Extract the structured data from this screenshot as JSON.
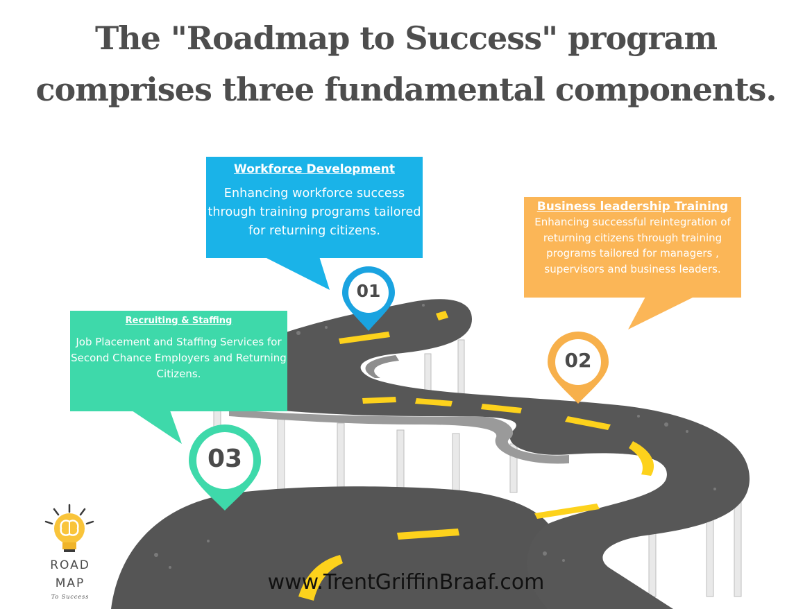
{
  "title": {
    "line1": "The \"Roadmap to Success\" program",
    "line2": "comprises three fundamental components."
  },
  "components": [
    {
      "number": "01",
      "heading": "Workforce Development ",
      "body": "Enhancing workforce success through training programs tailored for returning citizens.",
      "color": "#1ab3e8"
    },
    {
      "number": "02",
      "heading": "Business leadership Training",
      "body": "Enhancing successful reintegration of returning citizens through training programs tailored for managers , supervisors and business leaders.",
      "color": "#fbb657"
    },
    {
      "number": "03",
      "heading": "Recruiting & Staffing ",
      "body": "Job Placement and Staffing Services for Second Chance Employers and Returning Citizens.",
      "color": "#3ed9aa"
    }
  ],
  "website": "www.TrentGriffinBraaf.com",
  "logo": {
    "line1": "ROAD",
    "line2": "MAP",
    "tagline": "To Success",
    "icon": "lightbulb-brain-icon"
  },
  "colors": {
    "road": "#555555",
    "lane_marking": "#fdd21c",
    "title": "#4d4d4d"
  }
}
